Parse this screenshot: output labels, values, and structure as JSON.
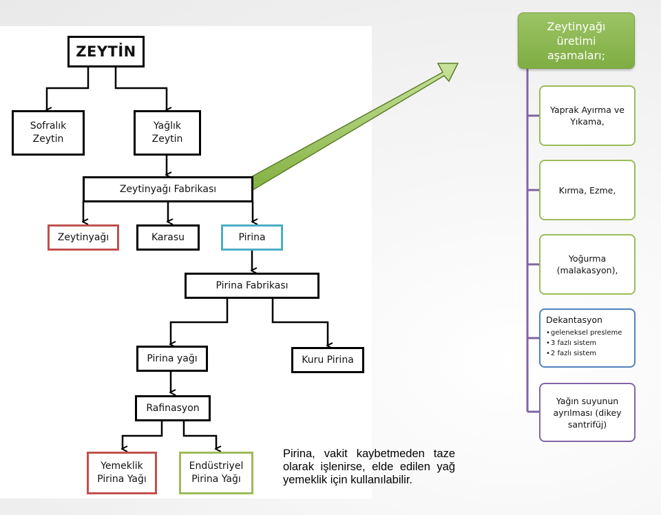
{
  "flow": {
    "zeytin": "ZEYTİN",
    "sofralik": "Sofralık\nZeytin",
    "yaglik": "Yağlık\nZeytin",
    "fabrika": "Zeytinyağı Fabrikası",
    "zeytinyagi": "Zeytinyağı",
    "karasu": "Karasu",
    "pirina": "Pirina",
    "pirina_fabrikasi": "Pirina Fabrikası",
    "pirina_yagi": "Pirina yağı",
    "kuru_pirina": "Kuru Pirina",
    "rafinasyon": "Rafinasyon",
    "yemeklik": "Yemeklik\nPirina Yağı",
    "endustriyel": "Endüstriyel\nPirina Yağı"
  },
  "note": "Pirina, vakit kaybetmeden taze olarak işlenirse, elde edilen yağ yemeklik için kullanılabilir.",
  "stages": {
    "title": "Zeytinyağı üretimi aşamaları;",
    "items": [
      "Yaprak Ayırma ve Yıkama,",
      "Kırma, Ezme,",
      "Yoğurma (malakasyon),",
      "Dekantasyon",
      "Yağın suyunun ayrılması (dikey santrifüj)"
    ],
    "dekantasyon_list": [
      "geleneksel presleme",
      "3 fazlı sistem",
      "2 fazlı sistem"
    ]
  },
  "colors": {
    "red": "#c0504d",
    "blue": "#4bacc6",
    "green": "#9bbb59",
    "purple": "#8064a2",
    "navy": "#4f81bd"
  }
}
